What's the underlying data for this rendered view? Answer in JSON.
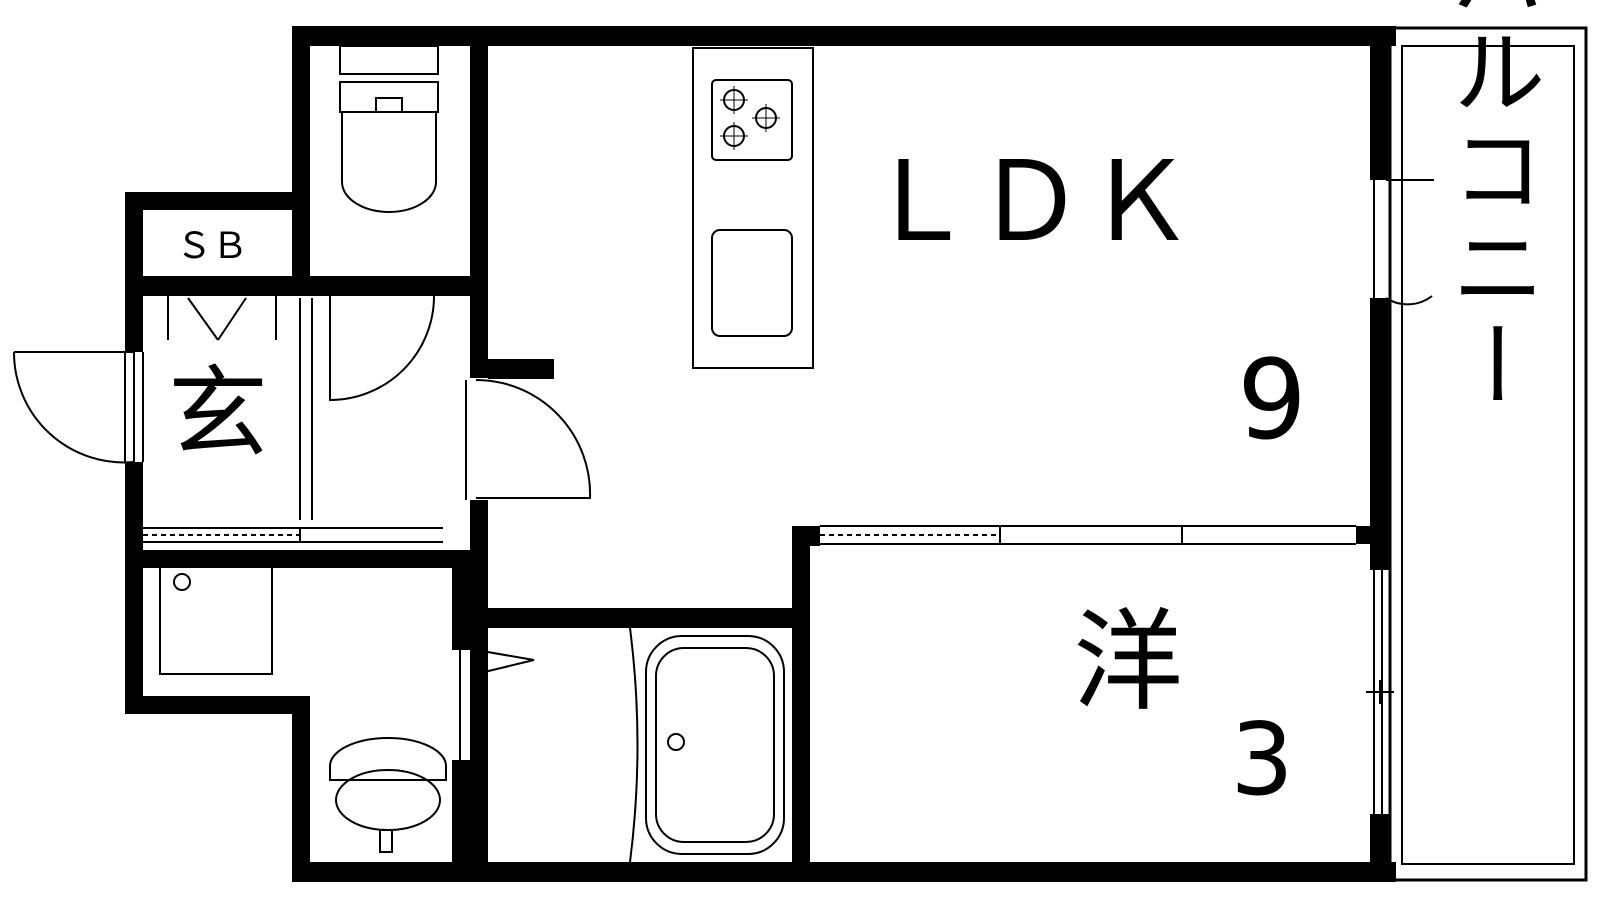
{
  "rooms": {
    "ldk": {
      "name": "ＬＤＫ",
      "size": "9"
    },
    "western": {
      "name": "洋",
      "size": "3"
    },
    "entrance": {
      "name": "玄"
    },
    "shoe_box": {
      "name": "ＳＢ"
    },
    "balcony": {
      "name": "バルコニー"
    }
  },
  "colors": {
    "wall": "#000000",
    "background": "#ffffff"
  }
}
